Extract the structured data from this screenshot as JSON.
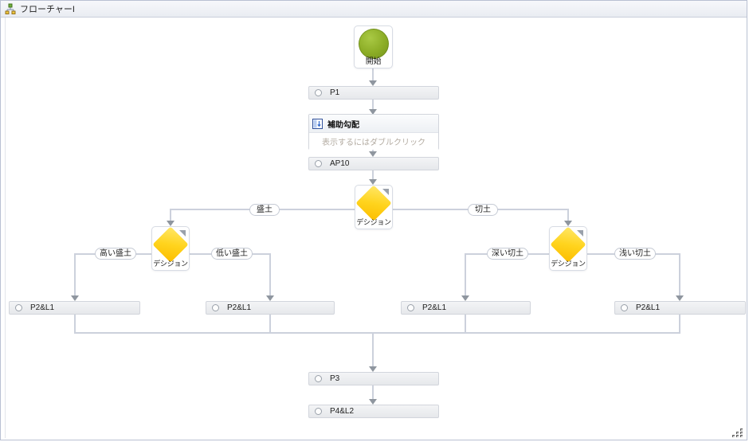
{
  "window": {
    "title": "フローチャーI",
    "icon": "flowchart-tree-icon"
  },
  "flow": {
    "start": {
      "label": "開始"
    },
    "p1": {
      "label": "P1"
    },
    "aux_slope": {
      "title": "補助勾配",
      "hint": "表示するにはダブルクリック",
      "icon": "subchart-icon"
    },
    "ap10": {
      "label": "AP10"
    },
    "decisions": {
      "main": "デシジョン",
      "left": "デシジョン",
      "right": "デシジョン"
    },
    "branches": {
      "fill": "盛土",
      "cut": "切土",
      "high_fill": "高い盛土",
      "low_fill": "低い盛土",
      "deep_cut": "深い切土",
      "shallow_cut": "浅い切土"
    },
    "p2l1": [
      {
        "label": "P2&L1"
      },
      {
        "label": "P2&L1"
      },
      {
        "label": "P2&L1"
      },
      {
        "label": "P2&L1"
      }
    ],
    "p3": {
      "label": "P3"
    },
    "p4l2": {
      "label": "P4&L2"
    }
  },
  "colors": {
    "diamond": "#FFD41E",
    "start_green": "#8CAD26",
    "line": "#CCD1DC",
    "arrowhead": "#8F969F",
    "box_fill": "#ECEDEF",
    "panel_border": "#B9C0D2"
  }
}
